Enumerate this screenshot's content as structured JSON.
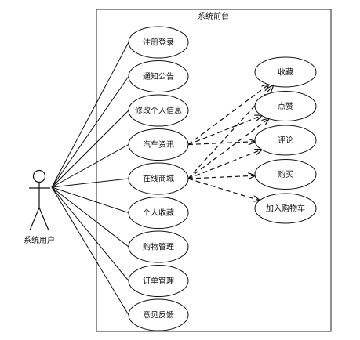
{
  "diagram": {
    "system_title": "系统前台",
    "actor": {
      "name": "系统用户"
    },
    "use_cases": [
      {
        "id": "register",
        "label": "注册登录"
      },
      {
        "id": "notice",
        "label": "通知公告"
      },
      {
        "id": "profile",
        "label": "修改个人信息"
      },
      {
        "id": "car_news",
        "label": "汽车资讯"
      },
      {
        "id": "mall",
        "label": "在线商城"
      },
      {
        "id": "my_fav",
        "label": "个人收藏"
      },
      {
        "id": "cart_mgmt",
        "label": "购物管理"
      },
      {
        "id": "orders",
        "label": "订单管理"
      },
      {
        "id": "feedback",
        "label": "意见反馈"
      }
    ],
    "extensions": [
      {
        "id": "collect",
        "label": "收藏"
      },
      {
        "id": "like",
        "label": "点赞"
      },
      {
        "id": "comment",
        "label": "评论"
      },
      {
        "id": "buy",
        "label": "购买"
      },
      {
        "id": "add_cart",
        "label": "加入购物车"
      }
    ],
    "relations": [
      {
        "from": "car_news",
        "to": "collect"
      },
      {
        "from": "car_news",
        "to": "like"
      },
      {
        "from": "car_news",
        "to": "comment"
      },
      {
        "from": "mall",
        "to": "collect"
      },
      {
        "from": "mall",
        "to": "like"
      },
      {
        "from": "mall",
        "to": "comment"
      },
      {
        "from": "mall",
        "to": "buy"
      },
      {
        "from": "mall",
        "to": "add_cart"
      }
    ]
  }
}
